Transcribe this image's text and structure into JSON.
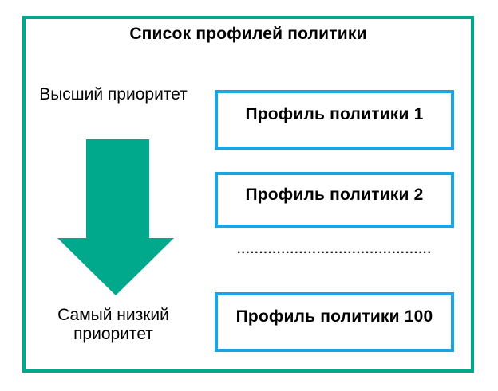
{
  "frame": {
    "title": "Список профилей политики"
  },
  "labels": {
    "top_priority": "Высший приоритет",
    "bottom_priority": "Самый низкий приоритет"
  },
  "boxes": [
    {
      "label": "Профиль политики 1"
    },
    {
      "label": "Профиль политики 2"
    },
    {
      "label": "Профиль политики 100"
    }
  ],
  "ellipsis": "............................................",
  "icons": {
    "down_arrow": "down-arrow-icon"
  },
  "colors": {
    "accent_teal": "#00a88c",
    "box_border_blue": "#18a4e5",
    "text_color": "#000000"
  }
}
